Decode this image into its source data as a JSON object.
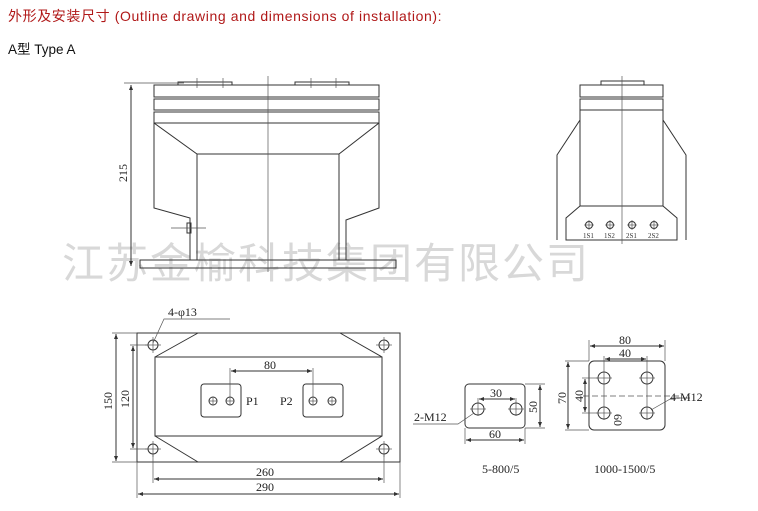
{
  "header": {
    "title": "外形及安装尺寸 (Outline drawing and dimensions of installation):",
    "subtitle": "A型  Type A"
  },
  "watermark": "江苏金榆科技集团有限公司",
  "front_view": {
    "height_dim": "215"
  },
  "side_view": {
    "terminals": [
      "1S1",
      "1S2",
      "2S1",
      "2S2"
    ]
  },
  "plan_view": {
    "holes_label": "4-φ13",
    "p1": "P1",
    "p2": "P2",
    "primary_spacing": "80",
    "outer_height": "150",
    "hole_height": "120",
    "hole_width": "260",
    "outer_width": "290"
  },
  "terminal_small": {
    "spacing": "30",
    "height": "50",
    "width": "60",
    "bolts": "2-M12",
    "caption": "5-800/5"
  },
  "terminal_large": {
    "width": "80",
    "spacing_x": "40",
    "height": "70",
    "spacing_y": "40",
    "inner": "60",
    "bolts": "4-M12",
    "caption": "1000-1500/5"
  },
  "colors": {
    "title": "#b01818",
    "line": "#333333",
    "watermark": "#d8d8d8"
  }
}
